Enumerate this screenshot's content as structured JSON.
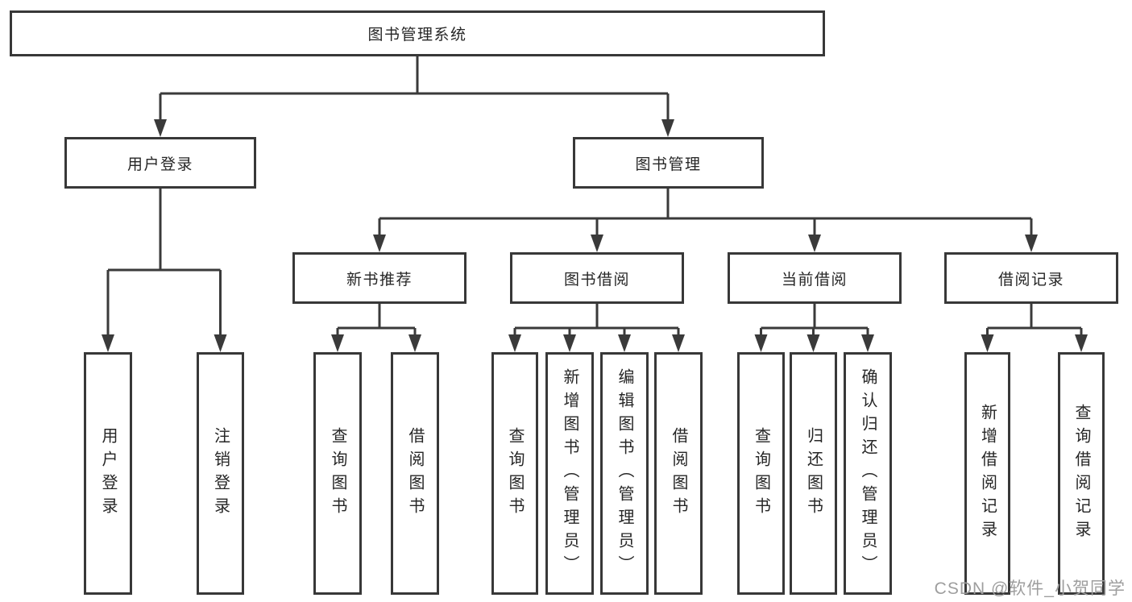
{
  "colors": {
    "box_border": "#383838",
    "connector_line": "#3a3a3a",
    "node_text": "#262626",
    "watermark_text": "#9e9e9e",
    "background": "#ffffff"
  },
  "watermark": {
    "text": "CSDN @软件_小贺同学"
  },
  "tree": {
    "root": {
      "label": "图书管理系统"
    },
    "branches": [
      {
        "label": "用户登录",
        "leaves": [
          {
            "label": "用户登录"
          },
          {
            "label": "注销登录"
          }
        ]
      },
      {
        "label": "图书管理",
        "groups": [
          {
            "label": "新书推荐",
            "leaves": [
              {
                "label": "查询图书"
              },
              {
                "label": "借阅图书"
              }
            ]
          },
          {
            "label": "图书借阅",
            "leaves": [
              {
                "label": "查询图书"
              },
              {
                "label": "新增图书（管理员）"
              },
              {
                "label": "编辑图书（管理员）"
              },
              {
                "label": "借阅图书"
              }
            ]
          },
          {
            "label": "当前借阅",
            "leaves": [
              {
                "label": "查询图书"
              },
              {
                "label": "归还图书"
              },
              {
                "label": "确认归还（管理员）"
              }
            ]
          },
          {
            "label": "借阅记录",
            "leaves": [
              {
                "label": "新增借阅记录"
              },
              {
                "label": "查询借阅记录"
              }
            ]
          }
        ]
      }
    ]
  }
}
